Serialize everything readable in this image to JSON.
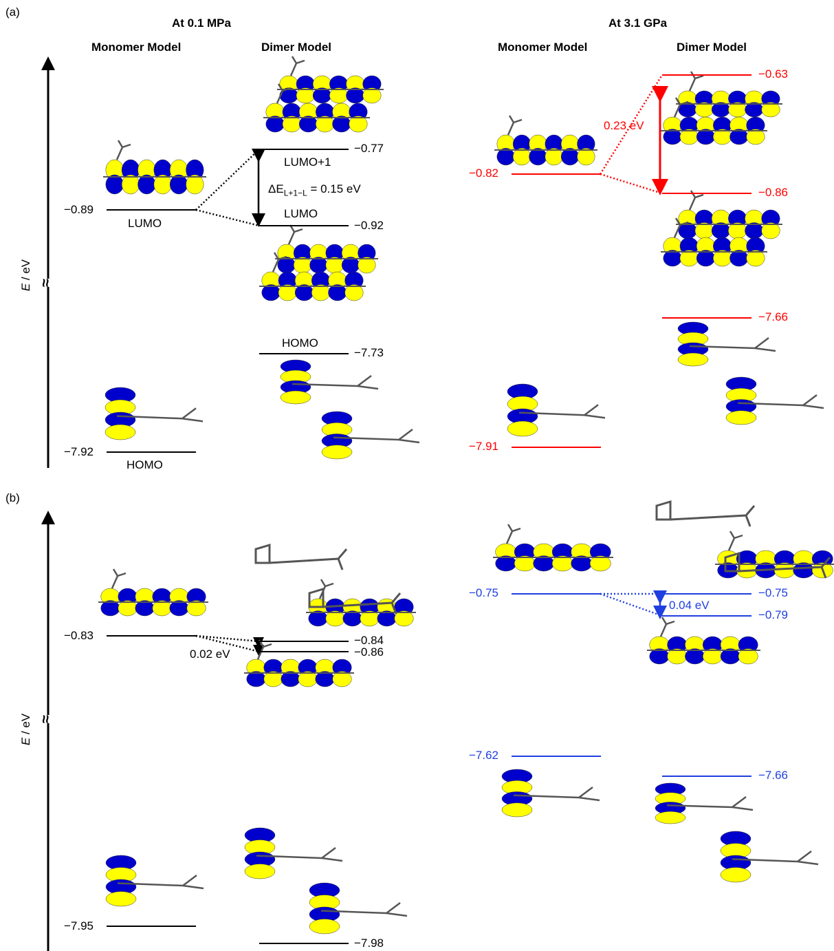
{
  "panels": {
    "a": "(a)",
    "b": "(b)"
  },
  "conditions": {
    "low": "At 0.1 MPa",
    "high": "At 3.1 GPa"
  },
  "models": {
    "monomer": "Monomer Model",
    "dimer": "Dimer Model"
  },
  "axis": {
    "label_e": "E",
    "label_unit": " / eV",
    "break": "≈"
  },
  "panel_a": {
    "low": {
      "mono_lumo": "−0.89",
      "mono_lumo_name": "LUMO",
      "mono_homo": "−7.92",
      "mono_homo_name": "HOMO",
      "dim_lumo1": "−0.77",
      "dim_lumo1_name": "LUMO+1",
      "dim_lumo": "−0.92",
      "dim_lumo_name": "LUMO",
      "delta_prefix": "ΔE",
      "delta_sub": "L+1−L",
      "delta_suffix": " = 0.15 eV",
      "dim_homo": "−7.73",
      "dim_homo_name": "HOMO"
    },
    "high": {
      "mono_lumo": "−0.82",
      "mono_homo": "−7.91",
      "dim_lumo1": "−0.63",
      "dim_lumo": "−0.86",
      "gap": "0.23 eV",
      "dim_homo": "−7.66"
    }
  },
  "panel_b": {
    "low": {
      "mono_lumo": "−0.83",
      "mono_homo": "−7.95",
      "dim_lumo1": "−0.84",
      "dim_lumo": "−0.86",
      "gap": "0.02 eV",
      "dim_homo": "−7.98"
    },
    "high": {
      "mono_lumo": "−0.75",
      "mono_homo": "−7.62",
      "dim_lumo1": "−0.75",
      "dim_lumo": "−0.79",
      "gap": "0.04 eV",
      "dim_homo": "−7.66"
    }
  },
  "colors": {
    "black": "#000000",
    "red": "#ff0000",
    "blue": "#1f3fe0",
    "orbital_pos": "#ffff00",
    "orbital_neg": "#0000cc",
    "molecule": "#555555"
  },
  "orbital_pictures": "molecular-orbital-isosurface"
}
